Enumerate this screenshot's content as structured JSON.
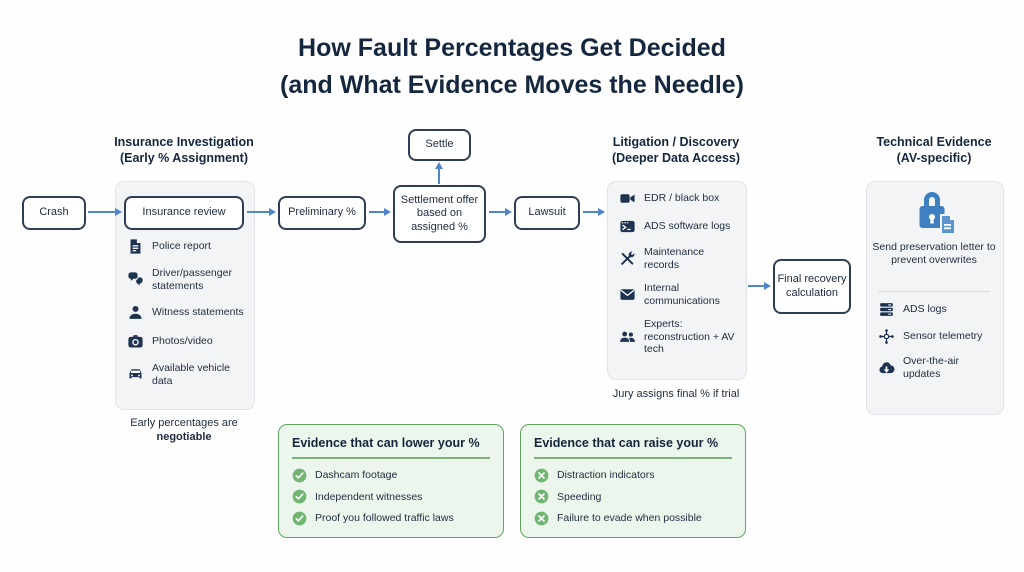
{
  "title": {
    "line1": "How Fault Percentages Get Decided",
    "line2": "(and What Evidence Moves the Needle)"
  },
  "flow": {
    "crash": "Crash",
    "insurance_review": "Insurance review",
    "preliminary": "Preliminary %",
    "settle": "Settle",
    "settlement_offer": "Settlement offer based on assigned %",
    "lawsuit": "Lawsuit",
    "final_recovery": "Final recovery calculation"
  },
  "columns": {
    "insurance": {
      "header_line1": "Insurance Investigation",
      "header_line2": "(Early % Assignment)",
      "items": [
        {
          "icon": "file-text-icon",
          "label": "Police report"
        },
        {
          "icon": "chat-bubbles-icon",
          "label": "Driver/passenger statements"
        },
        {
          "icon": "person-icon",
          "label": "Witness statements"
        },
        {
          "icon": "camera-icon",
          "label": "Photos/video"
        },
        {
          "icon": "car-icon",
          "label": "Available vehicle data"
        }
      ],
      "caption_line1": "Early percentages are",
      "caption_line2": "negotiable"
    },
    "litigation": {
      "header_line1": "Litigation / Discovery",
      "header_line2": "(Deeper Data Access)",
      "items": [
        {
          "icon": "video-camera-icon",
          "label": "EDR / black box"
        },
        {
          "icon": "terminal-icon",
          "label": "ADS software logs"
        },
        {
          "icon": "tools-icon",
          "label": "Maintenance records"
        },
        {
          "icon": "envelope-icon",
          "label": "Internal communications"
        },
        {
          "icon": "people-icon",
          "label": "Experts: reconstruction + AV tech"
        }
      ],
      "caption": "Jury assigns final % if trial"
    },
    "technical": {
      "header_line1": "Technical Evidence",
      "header_line2": "(AV-specific)",
      "lock_icon": "lock-document-icon",
      "lock_caption": "Send preservation letter to prevent overwrites",
      "items": [
        {
          "icon": "server-stack-icon",
          "label": "ADS logs"
        },
        {
          "icon": "sensor-hub-icon",
          "label": "Sensor telemetry"
        },
        {
          "icon": "cloud-download-icon",
          "label": "Over-the-air updates"
        }
      ]
    }
  },
  "evidence_boxes": {
    "lower": {
      "title": "Evidence that can lower your %",
      "icon": "check-circle-icon",
      "items": [
        "Dashcam footage",
        "Independent witnesses",
        "Proof you followed traffic laws"
      ]
    },
    "raise": {
      "title": "Evidence that can raise your %",
      "icon": "x-circle-icon",
      "items": [
        "Distraction indicators",
        "Speeding",
        "Failure to evade when possible"
      ]
    }
  },
  "colors": {
    "navy_text": "#15273e",
    "arrow_blue": "#4e86c6",
    "icon_navy": "#1d3350",
    "lock_blue": "#3f80c0",
    "green_border": "#5fa75f",
    "green_bg": "#ecf6ec",
    "green_circle": "#72b572",
    "panel_bg": "#f3f4f6"
  }
}
